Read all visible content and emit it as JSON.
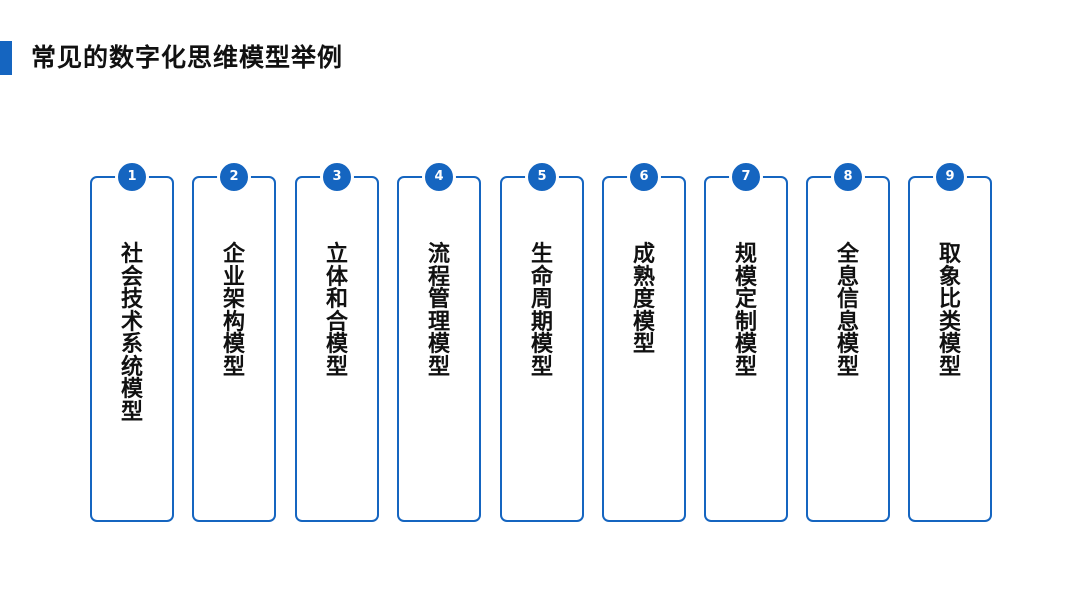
{
  "slide": {
    "title": "常见的数字化思维模型举例",
    "accent_color": "#1565c0"
  },
  "models": [
    {
      "number": "1",
      "label": "社会技术系统模型"
    },
    {
      "number": "2",
      "label": "企业架构模型"
    },
    {
      "number": "3",
      "label": "立体和合模型"
    },
    {
      "number": "4",
      "label": "流程管理模型"
    },
    {
      "number": "5",
      "label": "生命周期模型"
    },
    {
      "number": "6",
      "label": "成熟度模型"
    },
    {
      "number": "7",
      "label": "规模定制模型"
    },
    {
      "number": "8",
      "label": "全息信息模型"
    },
    {
      "number": "9",
      "label": "取象比类模型"
    }
  ]
}
